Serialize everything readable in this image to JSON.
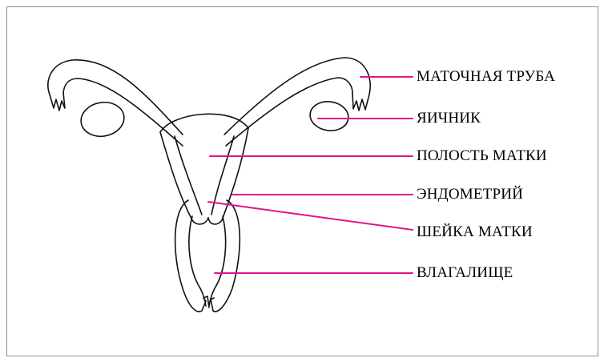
{
  "labels": {
    "fallopian_tube": "МАТОЧНАЯ ТРУБА",
    "ovary": "ЯИЧНИК",
    "uterine_cavity": "ПОЛОСТЬ МАТКИ",
    "endometrium": "ЭНДОМЕТРИЙ",
    "cervix": "ШЕЙКА МАТКИ",
    "vagina": "ВЛАГАЛИЩЕ"
  },
  "colors": {
    "leader_line": "#e0148c",
    "outline": "#111111",
    "frame": "#8c8c8c"
  }
}
